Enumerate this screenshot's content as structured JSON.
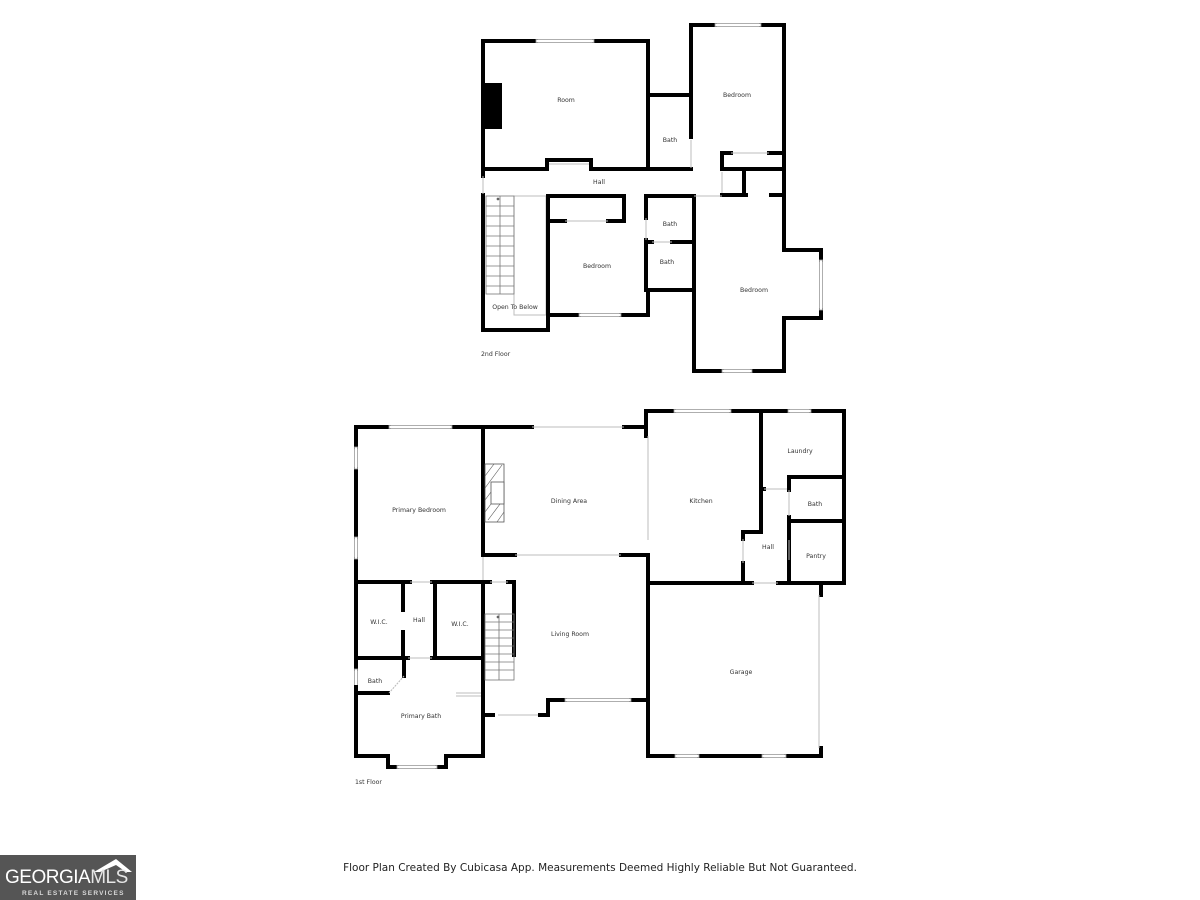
{
  "floors": [
    {
      "name": "2nd Floor",
      "rooms": [
        {
          "label": "Room"
        },
        {
          "label": "Bath"
        },
        {
          "label": "Bedroom"
        },
        {
          "label": "Hall"
        },
        {
          "label": "Bedroom"
        },
        {
          "label": "Bath"
        },
        {
          "label": "Bath"
        },
        {
          "label": "Bedroom"
        },
        {
          "label": "Open To Below"
        }
      ]
    },
    {
      "name": "1st Floor",
      "rooms": [
        {
          "label": "Primary Bedroom"
        },
        {
          "label": "Dining Area"
        },
        {
          "label": "Kitchen"
        },
        {
          "label": "Laundry"
        },
        {
          "label": "Bath"
        },
        {
          "label": "Hall"
        },
        {
          "label": "Pantry"
        },
        {
          "label": "W.I.C."
        },
        {
          "label": "Hall"
        },
        {
          "label": "W.I.C."
        },
        {
          "label": "Living Room"
        },
        {
          "label": "Bath"
        },
        {
          "label": "Primary Bath"
        },
        {
          "label": "Garage"
        }
      ]
    }
  ],
  "footer": {
    "disclaimer": "Floor Plan Created By Cubicasa App. Measurements Deemed Highly Reliable But Not Guaranteed."
  },
  "logo": {
    "main_bold": "GEORGIA",
    "main_light": "MLS",
    "tagline": "REAL ESTATE SERVICES"
  },
  "colors": {
    "wall": "#000000",
    "background": "#ffffff",
    "logo_bg": "#555555"
  }
}
